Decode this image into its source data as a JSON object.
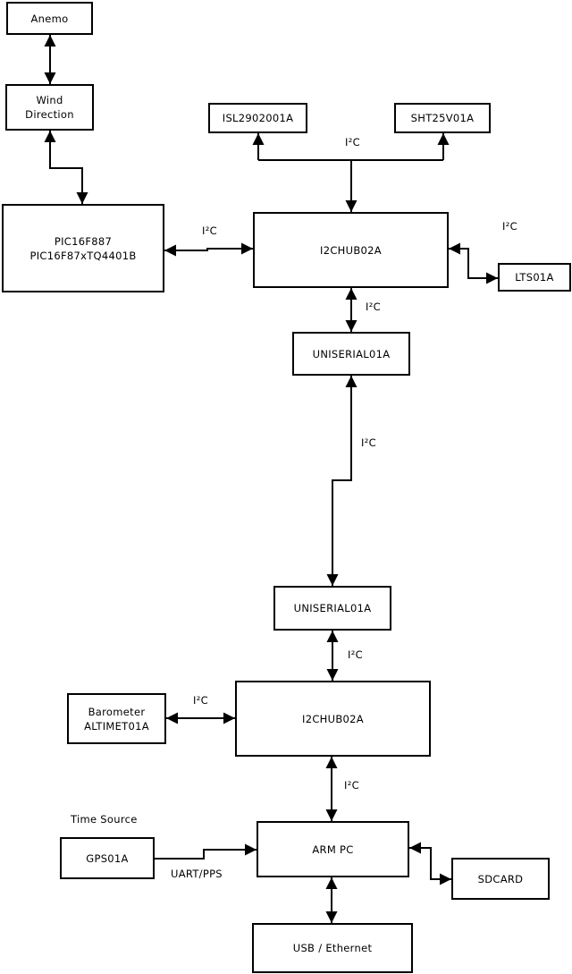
{
  "diagram": {
    "background_color": "#ffffff",
    "line_color": "#000000",
    "nodes": {
      "anemo": {
        "label": "Anemo"
      },
      "wind_direction": {
        "label": "Wind\nDirection"
      },
      "pic": {
        "label": "PIC16F887\nPIC16F87xTQ4401B"
      },
      "isl": {
        "label": "ISL2902001A"
      },
      "sht": {
        "label": "SHT25V01A"
      },
      "i2chub_top": {
        "label": "I2CHUB02A"
      },
      "lts": {
        "label": "LTS01A"
      },
      "uniserial_top": {
        "label": "UNISERIAL01A"
      },
      "uniserial_bottom": {
        "label": "UNISERIAL01A"
      },
      "barometer": {
        "label": "Barometer\nALTIMET01A"
      },
      "i2chub_bottom": {
        "label": "I2CHUB02A"
      },
      "arm_pc": {
        "label": "ARM PC"
      },
      "gps": {
        "label": "GPS01A"
      },
      "sdcard": {
        "label": "SDCARD"
      },
      "usb_ethernet": {
        "label": "USB / Ethernet"
      }
    },
    "edge_labels": {
      "i2c_top_branch": "I²C",
      "i2c_pic_hub": "I²C",
      "i2c_hub_lts": "I²C",
      "i2c_hub1_uniserial": "I²C",
      "i2c_uniserial_link": "I²C",
      "i2c_uniserial_hub2": "I²C",
      "i2c_barometer_hub2": "I²C",
      "i2c_hub2_armpc": "I²C",
      "time_source": "Time Source",
      "uart_pps": "UART/PPS"
    }
  }
}
